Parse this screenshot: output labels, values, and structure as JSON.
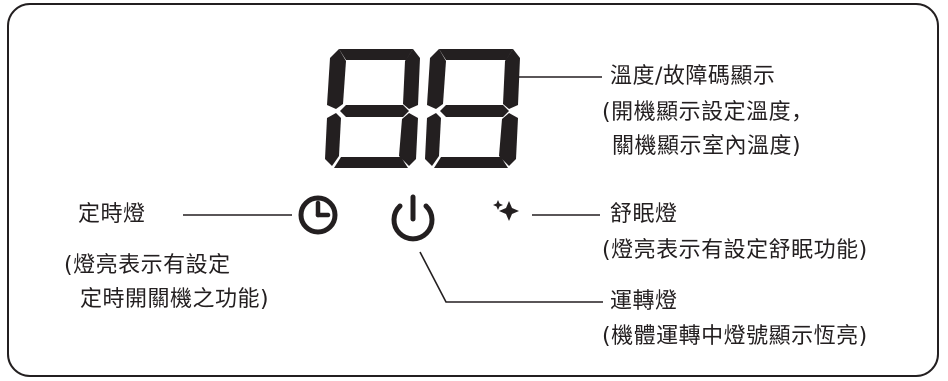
{
  "display": {
    "label": "溫度/故障碼顯示",
    "note_line1": "(開機顯示設定溫度，",
    "note_line2": "關機顯示室內溫度)"
  },
  "timer": {
    "label": "定時燈",
    "note_line1": "(燈亮表示有設定",
    "note_line2": "定時開關機之功能)",
    "icon": "clock-icon"
  },
  "power": {
    "label": "運轉燈",
    "note": "(機體運轉中燈號顯示恆亮)",
    "icon": "power-icon"
  },
  "sleep": {
    "label": "舒眠燈",
    "note": "(燈亮表示有設定舒眠功能)",
    "icon": "moon-stars-icon"
  },
  "colors": {
    "ink": "#231f20",
    "background": "#ffffff"
  }
}
